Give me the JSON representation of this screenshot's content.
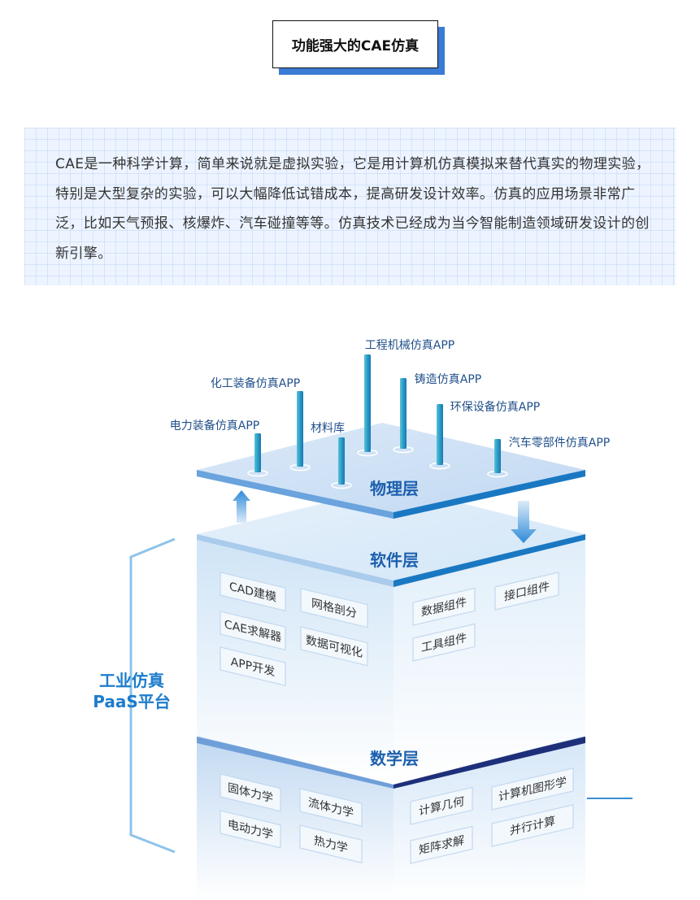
{
  "title": "功能强大的CAE仿真",
  "intro": "CAE是一种科学计算，简单来说就是虚拟实验，它是用计算机仿真模拟来替代真实的物理实验，特别是大型复杂的实验，可以大幅降低试错成本，提高研发设计效率。仿真的应用场景非常广泛，比如天气预报、核爆炸、汽车碰撞等等。仿真技术已经成为当今智能制造领域研发设计的创新引擎。",
  "colors": {
    "accent": "#1a78c2",
    "dark_accent": "#1e2f7a",
    "panel": "#edf4ff"
  },
  "apps": {
    "power": "电力装备仿真APP",
    "chemical": "化工装备仿真APP",
    "materials": "材料库",
    "engineering": "工程机械仿真APP",
    "casting": "铸造仿真APP",
    "environment": "环保设备仿真APP",
    "auto_parts": "汽车零部件仿真APP"
  },
  "layers": {
    "physical": "物理层",
    "software": "软件层",
    "math": "数学层"
  },
  "platform": {
    "line1": "工业仿真",
    "line2": "PaaS平台"
  },
  "software_modules": {
    "cad": "CAD建模",
    "mesh": "网格剖分",
    "solver": "CAE求解器",
    "visualization": "数据可视化",
    "app_dev": "APP开发",
    "data_component": "数据组件",
    "tool_component": "工具组件",
    "interface_component": "接口组件"
  },
  "math_modules": {
    "solid": "固体力学",
    "fluid": "流体力学",
    "electrodynamics": "电动力学",
    "thermo": "热力学",
    "geometry": "计算几何",
    "graphics": "计算机图形学",
    "matrix": "矩阵求解",
    "parallel": "并行计算"
  }
}
